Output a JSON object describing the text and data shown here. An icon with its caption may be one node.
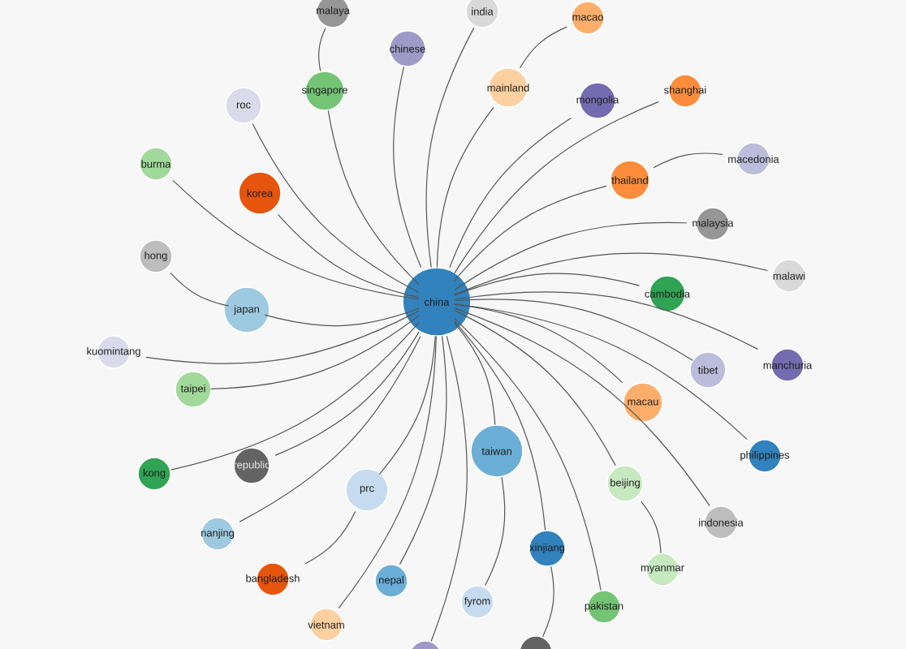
{
  "diagram": {
    "nodes": [
      {
        "text": [
          "china"
        ]
      },
      {
        "text": [
          "malaya"
        ]
      },
      {
        "text": [
          "india"
        ]
      },
      {
        "text": [
          "macao"
        ]
      },
      {
        "text": [
          "chinese"
        ]
      },
      {
        "text": [
          "singapore"
        ]
      },
      {
        "text": [
          "mainland"
        ]
      },
      {
        "text": [
          "mongolia"
        ]
      },
      {
        "text": [
          "shanghai"
        ]
      },
      {
        "text": [
          "roc"
        ]
      },
      {
        "text": [
          "burma"
        ]
      },
      {
        "text": [
          "macedonia"
        ]
      },
      {
        "text": [
          "korea"
        ]
      },
      {
        "text": [
          "thailand"
        ]
      },
      {
        "text": [
          "malaysia"
        ]
      },
      {
        "text": [
          "hong"
        ]
      },
      {
        "text": [
          "malawi"
        ]
      },
      {
        "text": [
          "japan"
        ]
      },
      {
        "text": [
          "cambodia"
        ]
      },
      {
        "text": [
          "kuomintang"
        ]
      },
      {
        "text": [
          "tibet"
        ]
      },
      {
        "text": [
          "manchuria"
        ]
      },
      {
        "text": [
          "taipei"
        ]
      },
      {
        "text": [
          "macau"
        ]
      },
      {
        "text": [
          "philippines"
        ]
      },
      {
        "text": [
          "taiwan"
        ]
      },
      {
        "text": [
          "kong"
        ]
      },
      {
        "text": [
          "republic"
        ]
      },
      {
        "text": [
          "beijing"
        ]
      },
      {
        "text": [
          "prc"
        ]
      },
      {
        "text": [
          "indonesia"
        ]
      },
      {
        "text": [
          "nanjing"
        ]
      },
      {
        "text": [
          "xinjiang"
        ]
      },
      {
        "text": [
          "myanmar"
        ]
      },
      {
        "text": [
          "bangladesh"
        ]
      },
      {
        "text": [
          "nepal"
        ]
      },
      {
        "text": [
          "fyrom"
        ]
      },
      {
        "text": [
          "pakistan"
        ]
      },
      {
        "text": [
          "vietnam"
        ]
      },
      {
        "text": [],
        "shape": "circle"
      },
      {
        "text": [],
        "shape": "circle"
      }
    ],
    "edges": [
      {
        "from": 5,
        "to": 1,
        "arrow": "none"
      },
      {
        "from": 0,
        "to": 2,
        "arrow": "none"
      },
      {
        "from": 6,
        "to": 3,
        "arrow": "none"
      },
      {
        "from": 0,
        "to": 4,
        "arrow": "none"
      },
      {
        "from": 0,
        "to": 5,
        "arrow": "none"
      },
      {
        "from": 0,
        "to": 6,
        "arrow": "none"
      },
      {
        "from": 0,
        "to": 7,
        "arrow": "none"
      },
      {
        "from": 0,
        "to": 8,
        "arrow": "none"
      },
      {
        "from": 0,
        "to": 9,
        "arrow": "none"
      },
      {
        "from": 0,
        "to": 10,
        "arrow": "none"
      },
      {
        "from": 13,
        "to": 11,
        "arrow": "none"
      },
      {
        "from": 0,
        "to": 12,
        "arrow": "none"
      },
      {
        "from": 0,
        "to": 13,
        "arrow": "none"
      },
      {
        "from": 0,
        "to": 14,
        "arrow": "none"
      },
      {
        "from": 17,
        "to": 15,
        "arrow": "none"
      },
      {
        "from": 0,
        "to": 16,
        "arrow": "none"
      },
      {
        "from": 0,
        "to": 17,
        "arrow": "none"
      },
      {
        "from": 0,
        "to": 18,
        "arrow": "none"
      },
      {
        "from": 0,
        "to": 19,
        "arrow": "none"
      },
      {
        "from": 0,
        "to": 20,
        "arrow": "none"
      },
      {
        "from": 0,
        "to": 21,
        "arrow": "none"
      },
      {
        "from": 0,
        "to": 22,
        "arrow": "none"
      },
      {
        "from": 0,
        "to": 23,
        "arrow": "none"
      },
      {
        "from": 0,
        "to": 24,
        "arrow": "none"
      },
      {
        "from": 0,
        "to": 25,
        "arrow": "none"
      },
      {
        "from": 0,
        "to": 26,
        "arrow": "none"
      },
      {
        "from": 0,
        "to": 27,
        "arrow": "none"
      },
      {
        "from": 0,
        "to": 28,
        "arrow": "none"
      },
      {
        "from": 0,
        "to": 29,
        "arrow": "none"
      },
      {
        "from": 0,
        "to": 30,
        "arrow": "none"
      },
      {
        "from": 0,
        "to": 31,
        "arrow": "none"
      },
      {
        "from": 0,
        "to": 32,
        "arrow": "none"
      },
      {
        "from": 28,
        "to": 33,
        "arrow": "none"
      },
      {
        "from": 29,
        "to": 34,
        "arrow": "none"
      },
      {
        "from": 0,
        "to": 35,
        "arrow": "none"
      },
      {
        "from": 25,
        "to": 36,
        "arrow": "none"
      },
      {
        "from": 0,
        "to": 37,
        "arrow": "none"
      },
      {
        "from": 0,
        "to": 38,
        "arrow": "none"
      },
      {
        "from": 0,
        "to": 39,
        "arrow": "none"
      },
      {
        "from": 32,
        "to": 40,
        "arrow": "none"
      }
    ]
  }
}
